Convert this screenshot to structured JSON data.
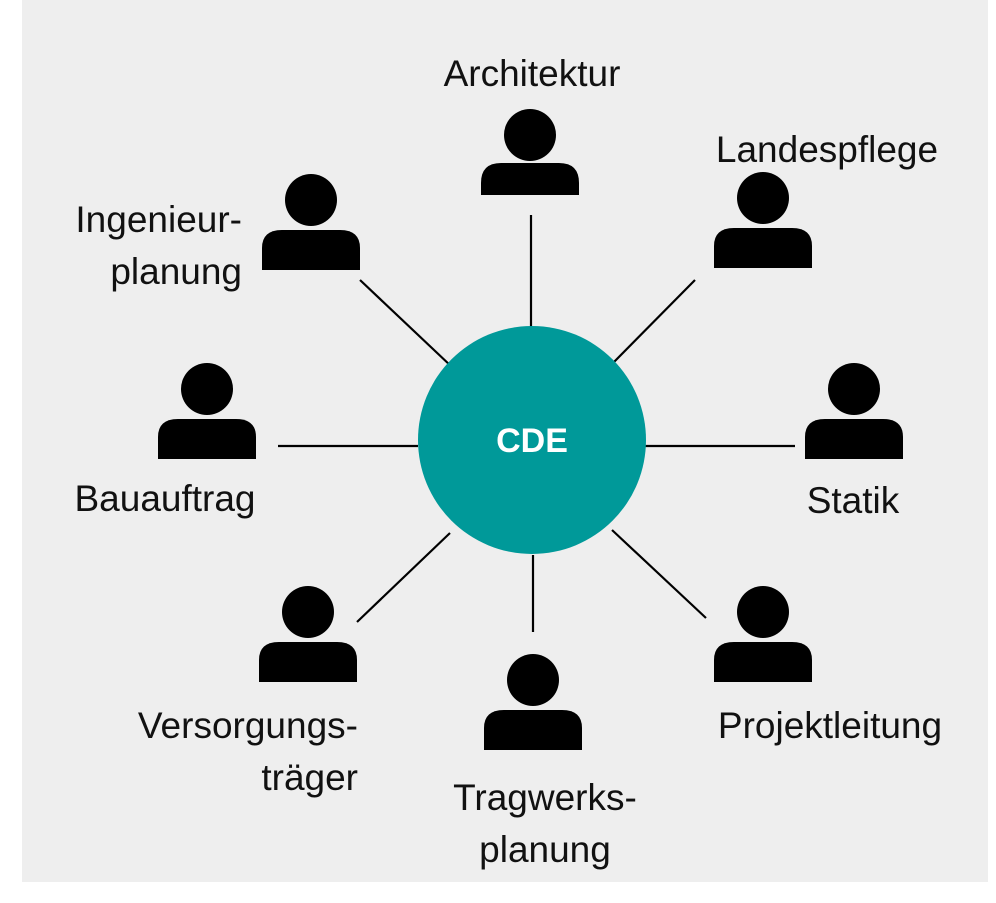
{
  "hub": {
    "label": "CDE",
    "color": "#009999"
  },
  "person_icon": "person-icon",
  "stakeholders": [
    {
      "id": "architektur",
      "lines": [
        "Architektur"
      ]
    },
    {
      "id": "landespflege",
      "lines": [
        "Landespflege"
      ]
    },
    {
      "id": "statik",
      "lines": [
        "Statik"
      ]
    },
    {
      "id": "projektleitung",
      "lines": [
        "Projektleitung"
      ]
    },
    {
      "id": "tragwerksplanung",
      "lines": [
        "Tragwerks-",
        "planung"
      ]
    },
    {
      "id": "versorgungstraeger",
      "lines": [
        "Versorgungs-",
        "träger"
      ]
    },
    {
      "id": "bauauftrag",
      "lines": [
        "Bauauftrag"
      ]
    },
    {
      "id": "ingenieurplanung",
      "lines": [
        "Ingenieur-",
        "planung"
      ]
    }
  ]
}
